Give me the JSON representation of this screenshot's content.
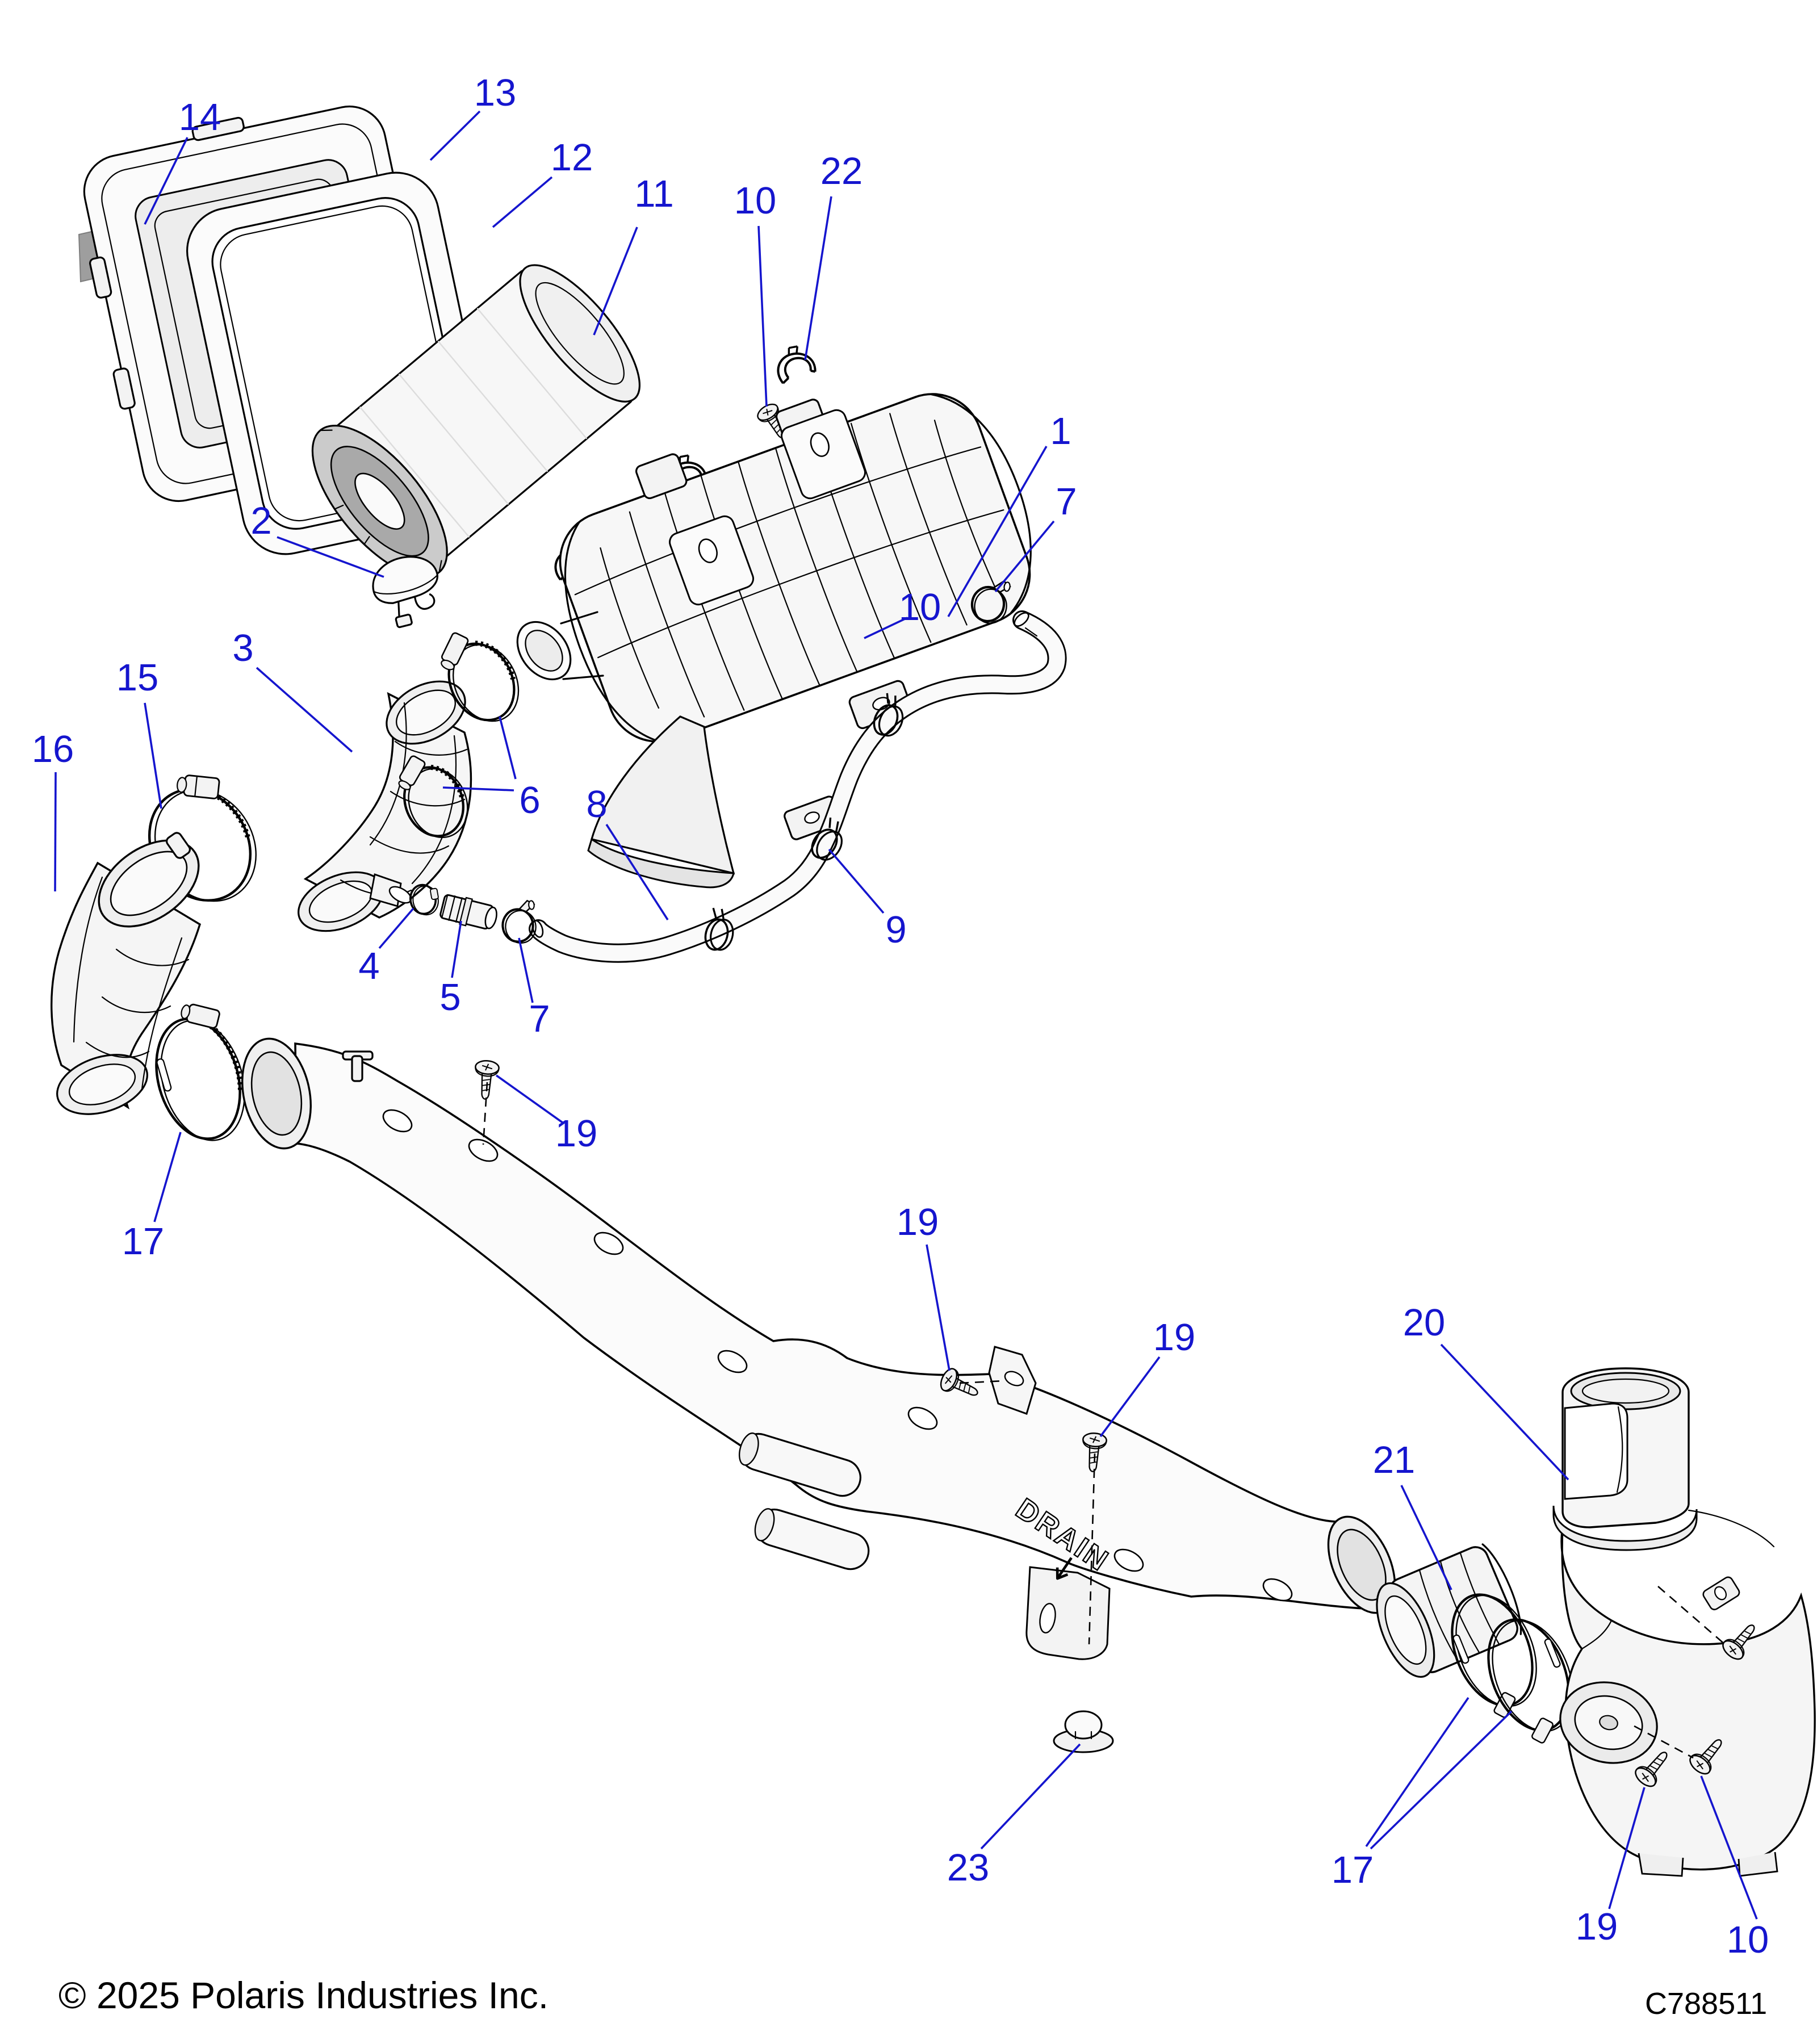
{
  "diagram": {
    "copyright": "© 2025 Polaris Industries Inc.",
    "part_code": "C788511",
    "drain_label": "DRAIN",
    "accent_color": "#1515CE",
    "line_color": "#000000",
    "background_color": "#ffffff"
  },
  "callouts": [
    {
      "label": "14"
    },
    {
      "label": "13"
    },
    {
      "label": "12"
    },
    {
      "label": "11"
    },
    {
      "label": "10"
    },
    {
      "label": "22"
    },
    {
      "label": "1"
    },
    {
      "label": "7"
    },
    {
      "label": "10"
    },
    {
      "label": "2"
    },
    {
      "label": "3"
    },
    {
      "label": "15"
    },
    {
      "label": "16"
    },
    {
      "label": "6"
    },
    {
      "label": "8"
    },
    {
      "label": "9"
    },
    {
      "label": "4"
    },
    {
      "label": "5"
    },
    {
      "label": "7"
    },
    {
      "label": "17"
    },
    {
      "label": "19"
    },
    {
      "label": "19"
    },
    {
      "label": "19"
    },
    {
      "label": "20"
    },
    {
      "label": "21"
    },
    {
      "label": "23"
    },
    {
      "label": "17"
    },
    {
      "label": "19"
    },
    {
      "label": "10"
    }
  ]
}
